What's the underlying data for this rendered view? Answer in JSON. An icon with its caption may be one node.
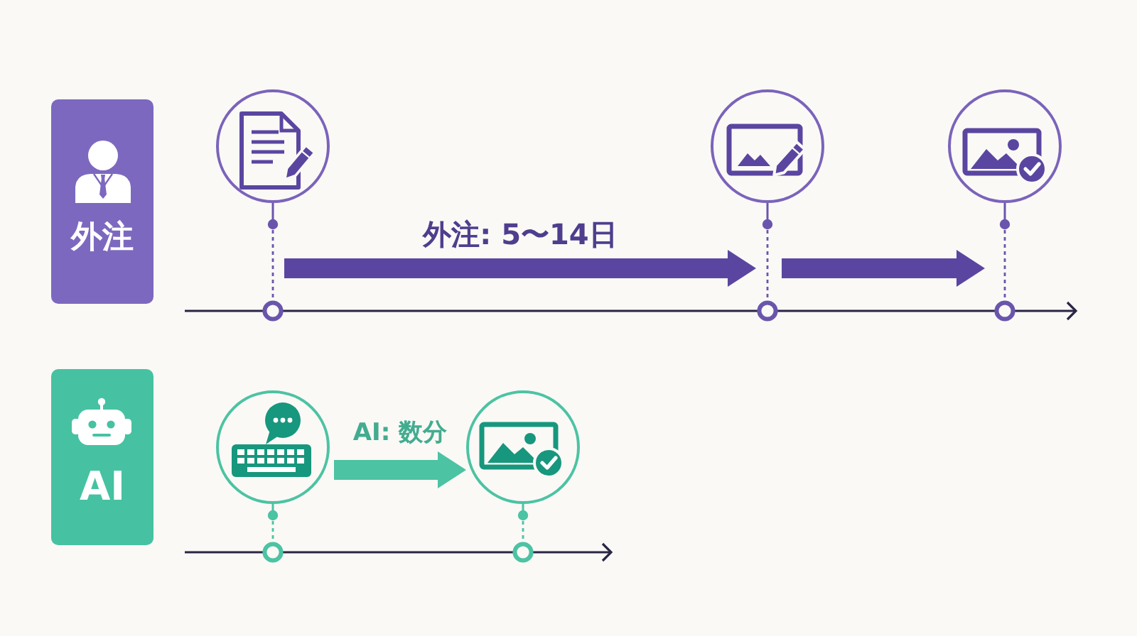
{
  "diagram": {
    "nodes": [
      {
        "text": [
          "外注"
        ]
      },
      {
        "text": [],
        "shape": "circle"
      },
      {
        "text": [],
        "shape": "circle"
      },
      {
        "text": [],
        "shape": "circle"
      },
      {
        "text": [
          "AI"
        ]
      },
      {
        "text": [],
        "shape": "circle"
      },
      {
        "text": [],
        "shape": "circle"
      }
    ],
    "edges": [
      {
        "from": 1,
        "to": 2,
        "arrow": "to",
        "label": "外注: 5〜14日"
      },
      {
        "from": 2,
        "to": 3,
        "arrow": "to"
      },
      {
        "from": 5,
        "to": 6,
        "arrow": "to",
        "label": "AI: 数分",
        "color": "#4cc3a3"
      }
    ]
  }
}
